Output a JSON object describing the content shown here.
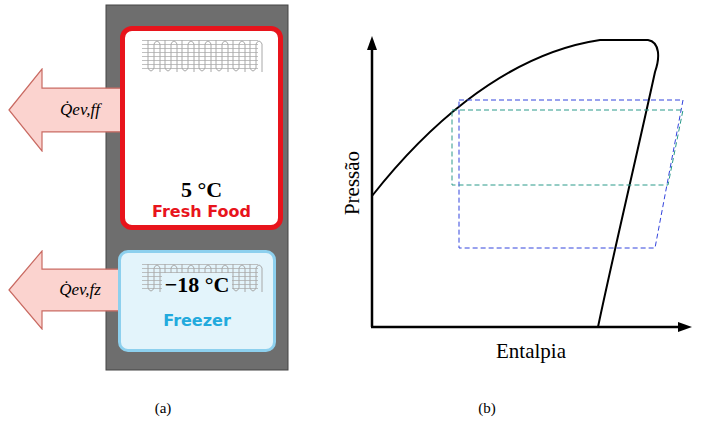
{
  "diagram": {
    "nodes": [
      {
        "text": [
          "Q̇ev,ff"
        ]
      },
      {
        "text": [
          "5 °C",
          "Fresh Food"
        ]
      },
      {
        "text": [
          "Q̇ev,fz"
        ]
      },
      {
        "text": [
          "−18 °C",
          "Freezer"
        ]
      }
    ],
    "labels": [
      "Pressão",
      "Entalpia",
      "(a)",
      "(b)"
    ]
  }
}
